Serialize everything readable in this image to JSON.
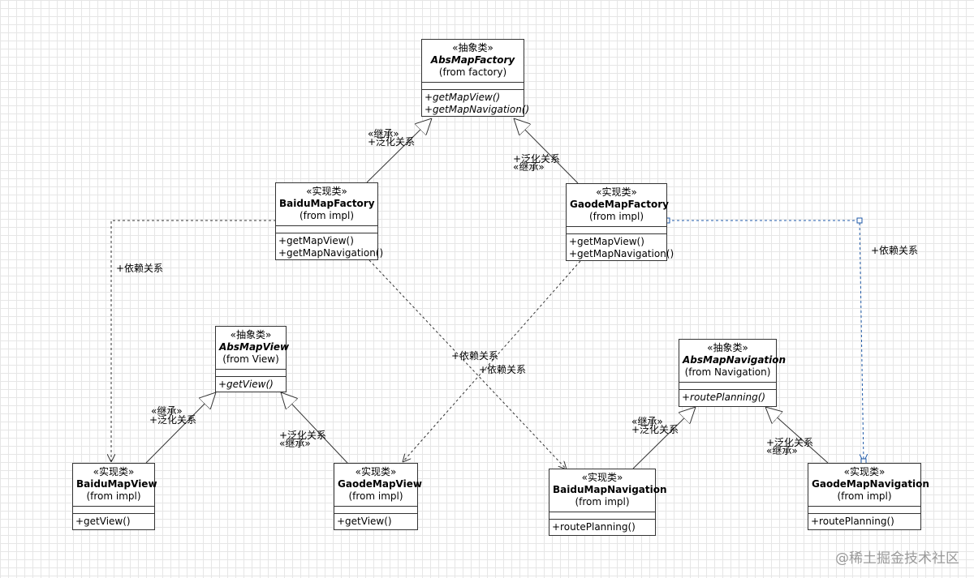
{
  "stereotypes": {
    "abstract": "«抽象类»",
    "concrete": "«实现类»"
  },
  "classes": {
    "abs_map_factory": {
      "name": "AbsMapFactory",
      "from": "(from factory)",
      "ops": [
        "+getMapView()",
        "+getMapNavigation()"
      ]
    },
    "baidu_map_factory": {
      "name": "BaiduMapFactory",
      "from": "(from impl)",
      "ops": [
        "+getMapView()",
        "+getMapNavigation()"
      ]
    },
    "gaode_map_factory": {
      "name": "GaodeMapFactory",
      "from": "(from impl)",
      "ops": [
        "+getMapView()",
        "+getMapNavigation()"
      ]
    },
    "abs_map_view": {
      "name": "AbsMapView",
      "from": "(from View)",
      "ops": [
        "+getView()"
      ]
    },
    "abs_map_navigation": {
      "name": "AbsMapNavigation",
      "from": "(from Navigation)",
      "ops": [
        "+routePlanning()"
      ]
    },
    "baidu_map_view": {
      "name": "BaiduMapView",
      "from": "(from impl)",
      "ops": [
        "+getView()"
      ]
    },
    "gaode_map_view": {
      "name": "GaodeMapView",
      "from": "(from impl)",
      "ops": [
        "+getView()"
      ]
    },
    "baidu_map_navigation": {
      "name": "BaiduMapNavigation",
      "from": "(from impl)",
      "ops": [
        "+routePlanning()"
      ]
    },
    "gaode_map_navigation": {
      "name": "GaodeMapNavigation",
      "from": "(from impl)",
      "ops": [
        "+routePlanning()"
      ]
    }
  },
  "labels": {
    "inherit": "«继承»",
    "generalization": "+泛化关系",
    "dependency": "+依赖关系"
  },
  "watermark": "@稀土掘金技术社区"
}
